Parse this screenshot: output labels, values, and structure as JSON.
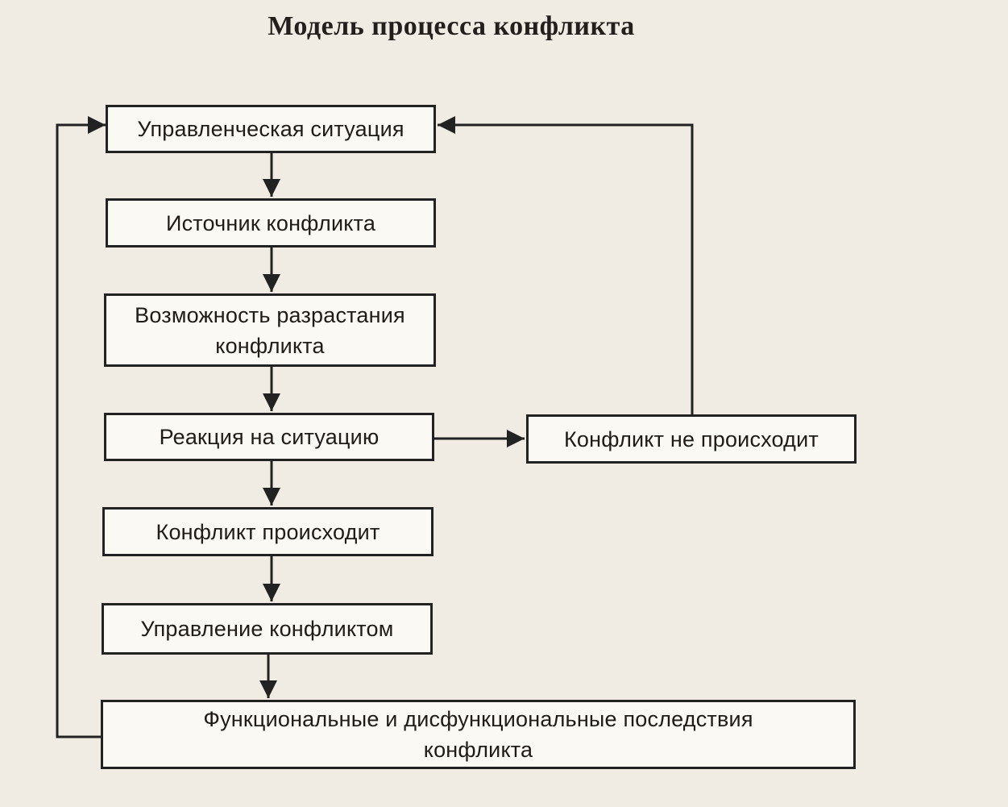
{
  "title": "Модель процесса конфликта",
  "nodes": {
    "management_situation": "Управленческая ситуация",
    "conflict_source": "Источник конфликта",
    "escalation_possibility": "Возможность разрастания конфликта",
    "reaction": "Реакция на ситуацию",
    "conflict_not_occurs": "Конфликт не происходит",
    "conflict_occurs": "Конфликт происходит",
    "conflict_management": "Управление конфликтом",
    "consequences": "Функциональные и дисфункциональные последствия конфликта"
  },
  "edges": [
    {
      "from": "management_situation",
      "to": "conflict_source"
    },
    {
      "from": "conflict_source",
      "to": "escalation_possibility"
    },
    {
      "from": "escalation_possibility",
      "to": "reaction"
    },
    {
      "from": "reaction",
      "to": "conflict_not_occurs"
    },
    {
      "from": "conflict_not_occurs",
      "to": "management_situation"
    },
    {
      "from": "reaction",
      "to": "conflict_occurs"
    },
    {
      "from": "conflict_occurs",
      "to": "conflict_management"
    },
    {
      "from": "conflict_management",
      "to": "consequences"
    },
    {
      "from": "consequences",
      "to": "management_situation"
    }
  ]
}
